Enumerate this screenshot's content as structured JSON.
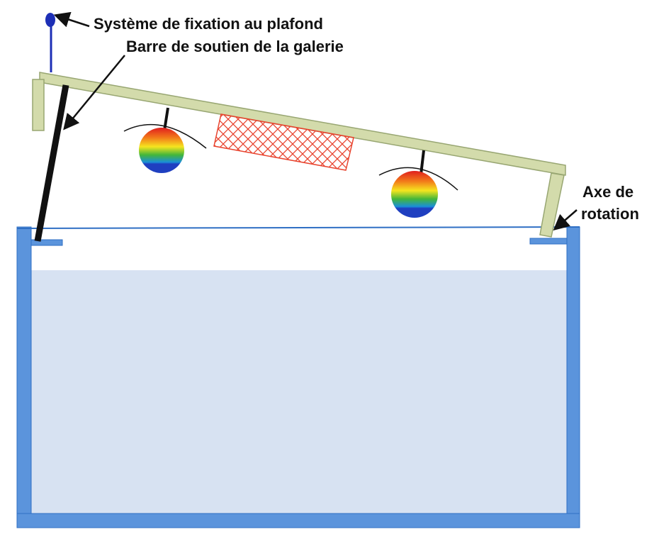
{
  "labels": {
    "ceiling_mount": "Système de fixation au plafond",
    "support_bar": "Barre de soutien de la galerie",
    "rotation_axis_line1": "Axe de",
    "rotation_axis_line2": "rotation"
  },
  "colors": {
    "water": "#d7e2f2",
    "tank_wall": "#5b94dc",
    "tank_outline": "#2f6fc4",
    "gallery": "#d3dbab",
    "gallery_outline": "#98a672",
    "support_bar": "#111111",
    "mesh": "#e8432e",
    "mount_knob": "#1d2fb6"
  },
  "icons": {
    "lamp_left": "rainbow-lamp-icon",
    "lamp_right": "rainbow-lamp-icon",
    "mesh": "crosshatch-mesh-icon"
  }
}
